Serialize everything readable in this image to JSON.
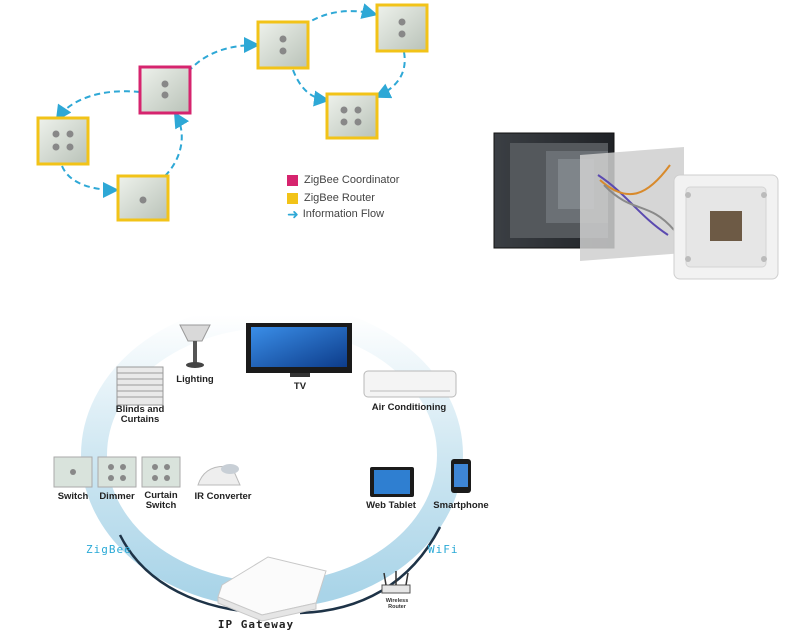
{
  "legend": {
    "coordinator": "ZigBee Coordinator",
    "router": "ZigBee Router",
    "flow": "Information Flow"
  },
  "colors": {
    "coordinator": "#d6246e",
    "router": "#f2c318",
    "flow": "#2ea8d6",
    "ring": "#bfe0ef"
  },
  "devices": {
    "lighting": "Lighting",
    "tv": "TV",
    "air_conditioning": "Air Conditioning",
    "blinds": "Blinds and\nCurtains",
    "switch": "Switch",
    "dimmer": "Dimmer",
    "curtain_switch": "Curtain\nSwitch",
    "ir_converter": "IR Converter",
    "web_tablet": "Web Tablet",
    "smartphone": "Smartphone",
    "wireless_router": "Wireless\nRouter",
    "ip_gateway": "IP Gateway"
  },
  "networks": {
    "zigbee": "ZigBee",
    "wifi": "WiFi"
  }
}
